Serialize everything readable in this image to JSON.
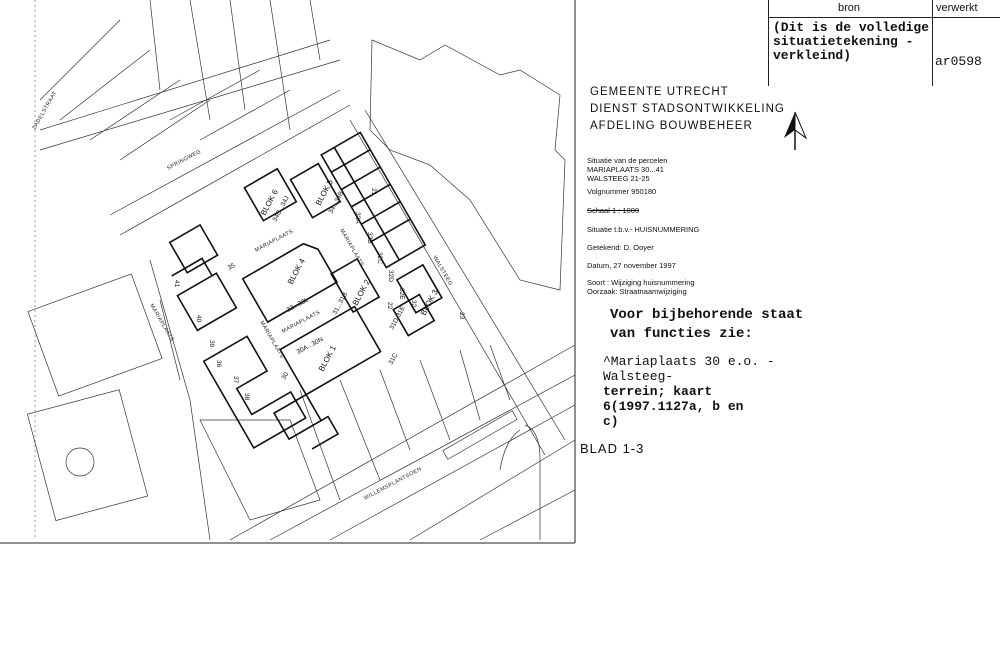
{
  "table": {
    "col_source": "bron",
    "col_processed": "verwerkt",
    "source_text": "(Dit is de volledige situatietekening - verkleind)",
    "source_lines": [
      "(Dit is de volledige",
      "situatietekening -",
      "verkleind)"
    ],
    "code": "ar0598"
  },
  "header": {
    "line1": "GEMEENTE  UTRECHT",
    "line2": "DIENST STADSONTWIKKELING",
    "line3": "AFDELING BOUWBEHEER"
  },
  "meta": {
    "situation_lines": [
      "Situatie van de percelen",
      "MARIAPLAATS 30...41",
      "WALSTEEG 21-25"
    ],
    "serial": "Volgnummer 950180",
    "scale_struck": "Schaal 1 : 1000",
    "purpose": "Situatie t.b.v.- HUISNUMMERING",
    "drawn_by": "Getekend: D. Ooyer",
    "date": "Datum, 27 november 1997",
    "type": "Soort : Wijziging huisnummering",
    "reason": "Oorzaak: Straatnaamwijziging"
  },
  "reference": {
    "heading1": "Voor bijbehorende staat",
    "heading2": "van functies zie:",
    "lines": [
      "^Mariaplaats 30 e.o. - Walsteeg-",
      "terrein; kaart 6(1997.1127a, b en",
      "c)"
    ]
  },
  "sheet": "BLAD 1-3",
  "north_arrow": "north-arrow-icon",
  "map": {
    "blocks": [
      "BLOK 1",
      "BLOK 2",
      "BLOK 3",
      "BLOK 4",
      "BLOK 5",
      "BLOK 6"
    ],
    "streets": {
      "mariaplaats": "MARIAPLAATS",
      "walsteeg": "WALSTEEG",
      "springweg": "SPRINGWEG",
      "willemsplantsoen": "WILLEMSPLANTSOEN",
      "zadelstraat": "ZADELSTRAAT"
    },
    "numbers": {
      "n30a": "30A...30N",
      "n33": "33...33L",
      "n31": "31...31B",
      "n31c": "31C",
      "n31d": "31D-31E",
      "n34": "34...34B",
      "n34c": "34C...34J",
      "n30": "30",
      "n35": "35",
      "n36": "36",
      "n37": "37",
      "n38": "38",
      "n39": "39",
      "n40": "40",
      "n41": "41",
      "n21": "21",
      "n22": "22",
      "n23": "23",
      "n32": "32",
      "n32a": "32A",
      "n32b": "32B",
      "n32c": "32C",
      "n32d": "32D",
      "n32e": "32E"
    }
  }
}
